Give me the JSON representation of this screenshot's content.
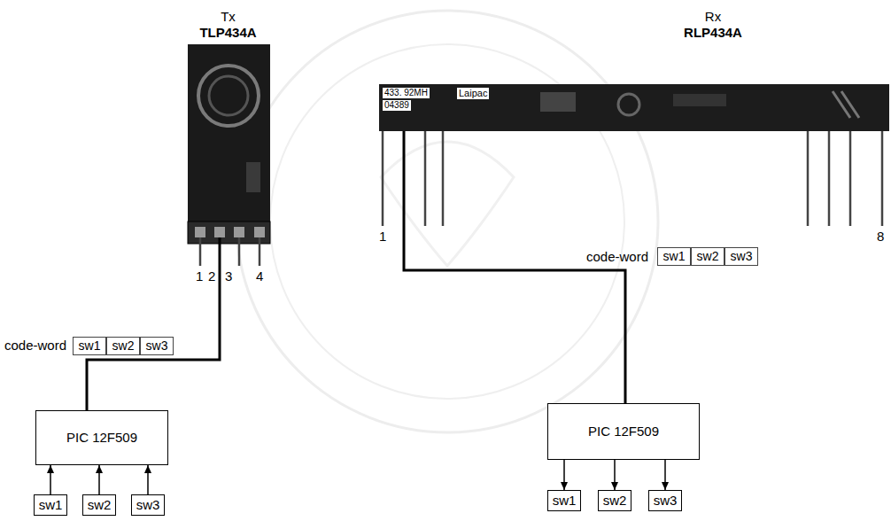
{
  "diagram": {
    "nodes": [
      {
        "text": [
          "Tx",
          "TLP434A"
        ]
      },
      {
        "text": [
          "Rx",
          "RLP434A"
        ]
      },
      {
        "text": [
          "sw1"
        ]
      },
      {
        "text": [
          "sw2"
        ]
      },
      {
        "text": [
          "sw3"
        ]
      },
      {
        "text": [
          "sw1"
        ]
      },
      {
        "text": [
          "sw2"
        ]
      },
      {
        "text": [
          "sw3"
        ]
      },
      {
        "text": [
          "PIC 12F509"
        ]
      },
      {
        "text": [
          "PIC 12F509"
        ]
      },
      {
        "text": [
          "sw1"
        ]
      },
      {
        "text": [
          "sw2"
        ]
      },
      {
        "text": [
          "sw3"
        ]
      },
      {
        "text": [
          "sw1"
        ]
      },
      {
        "text": [
          "sw2"
        ]
      },
      {
        "text": [
          "sw3"
        ]
      }
    ],
    "edges": [
      {
        "from": 8,
        "to": 0,
        "arrow": "none"
      },
      {
        "from": 1,
        "to": 9,
        "arrow": "none"
      },
      {
        "from": 10,
        "to": 8,
        "arrow": "to"
      },
      {
        "from": 11,
        "to": 8,
        "arrow": "to"
      },
      {
        "from": 12,
        "to": 8,
        "arrow": "to"
      },
      {
        "from": 9,
        "to": 13,
        "arrow": "to"
      },
      {
        "from": 9,
        "to": 14,
        "arrow": "to"
      },
      {
        "from": 9,
        "to": 15,
        "arrow": "to"
      }
    ],
    "labels": [
      "1",
      "2",
      "3",
      "4",
      "code-word",
      "433. 92MH",
      "04389",
      "Laipac",
      "1",
      "8",
      "code-word"
    ]
  }
}
